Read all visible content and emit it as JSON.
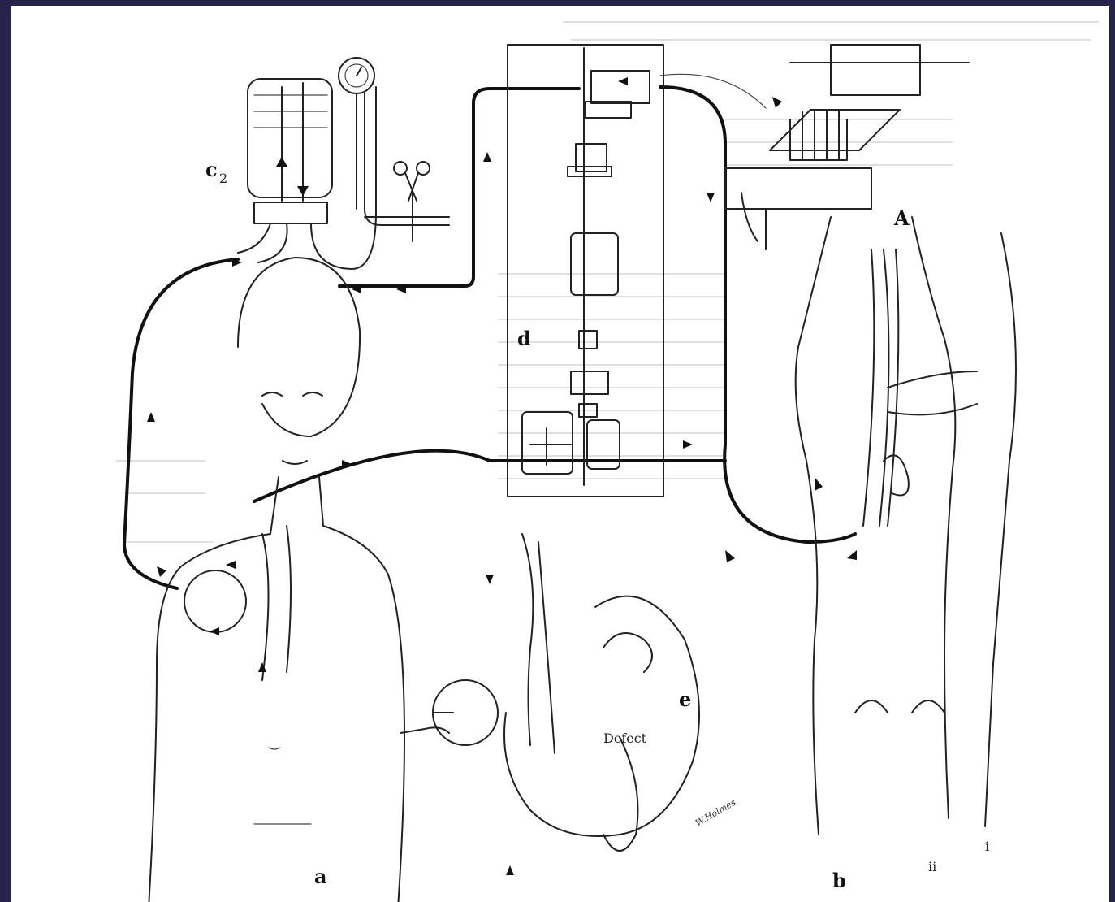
{
  "figure": {
    "labels": {
      "a": "a",
      "b": "b",
      "c": "c",
      "c_subscript": "2",
      "d": "d",
      "e": "e",
      "A": "A",
      "defect": "Defect",
      "i": "i",
      "ii": "ii"
    },
    "colors": {
      "frame_border": "#26234a",
      "paper": "#ffffff",
      "ink": "#222222",
      "bleed_text": "#d6d6d6"
    }
  }
}
